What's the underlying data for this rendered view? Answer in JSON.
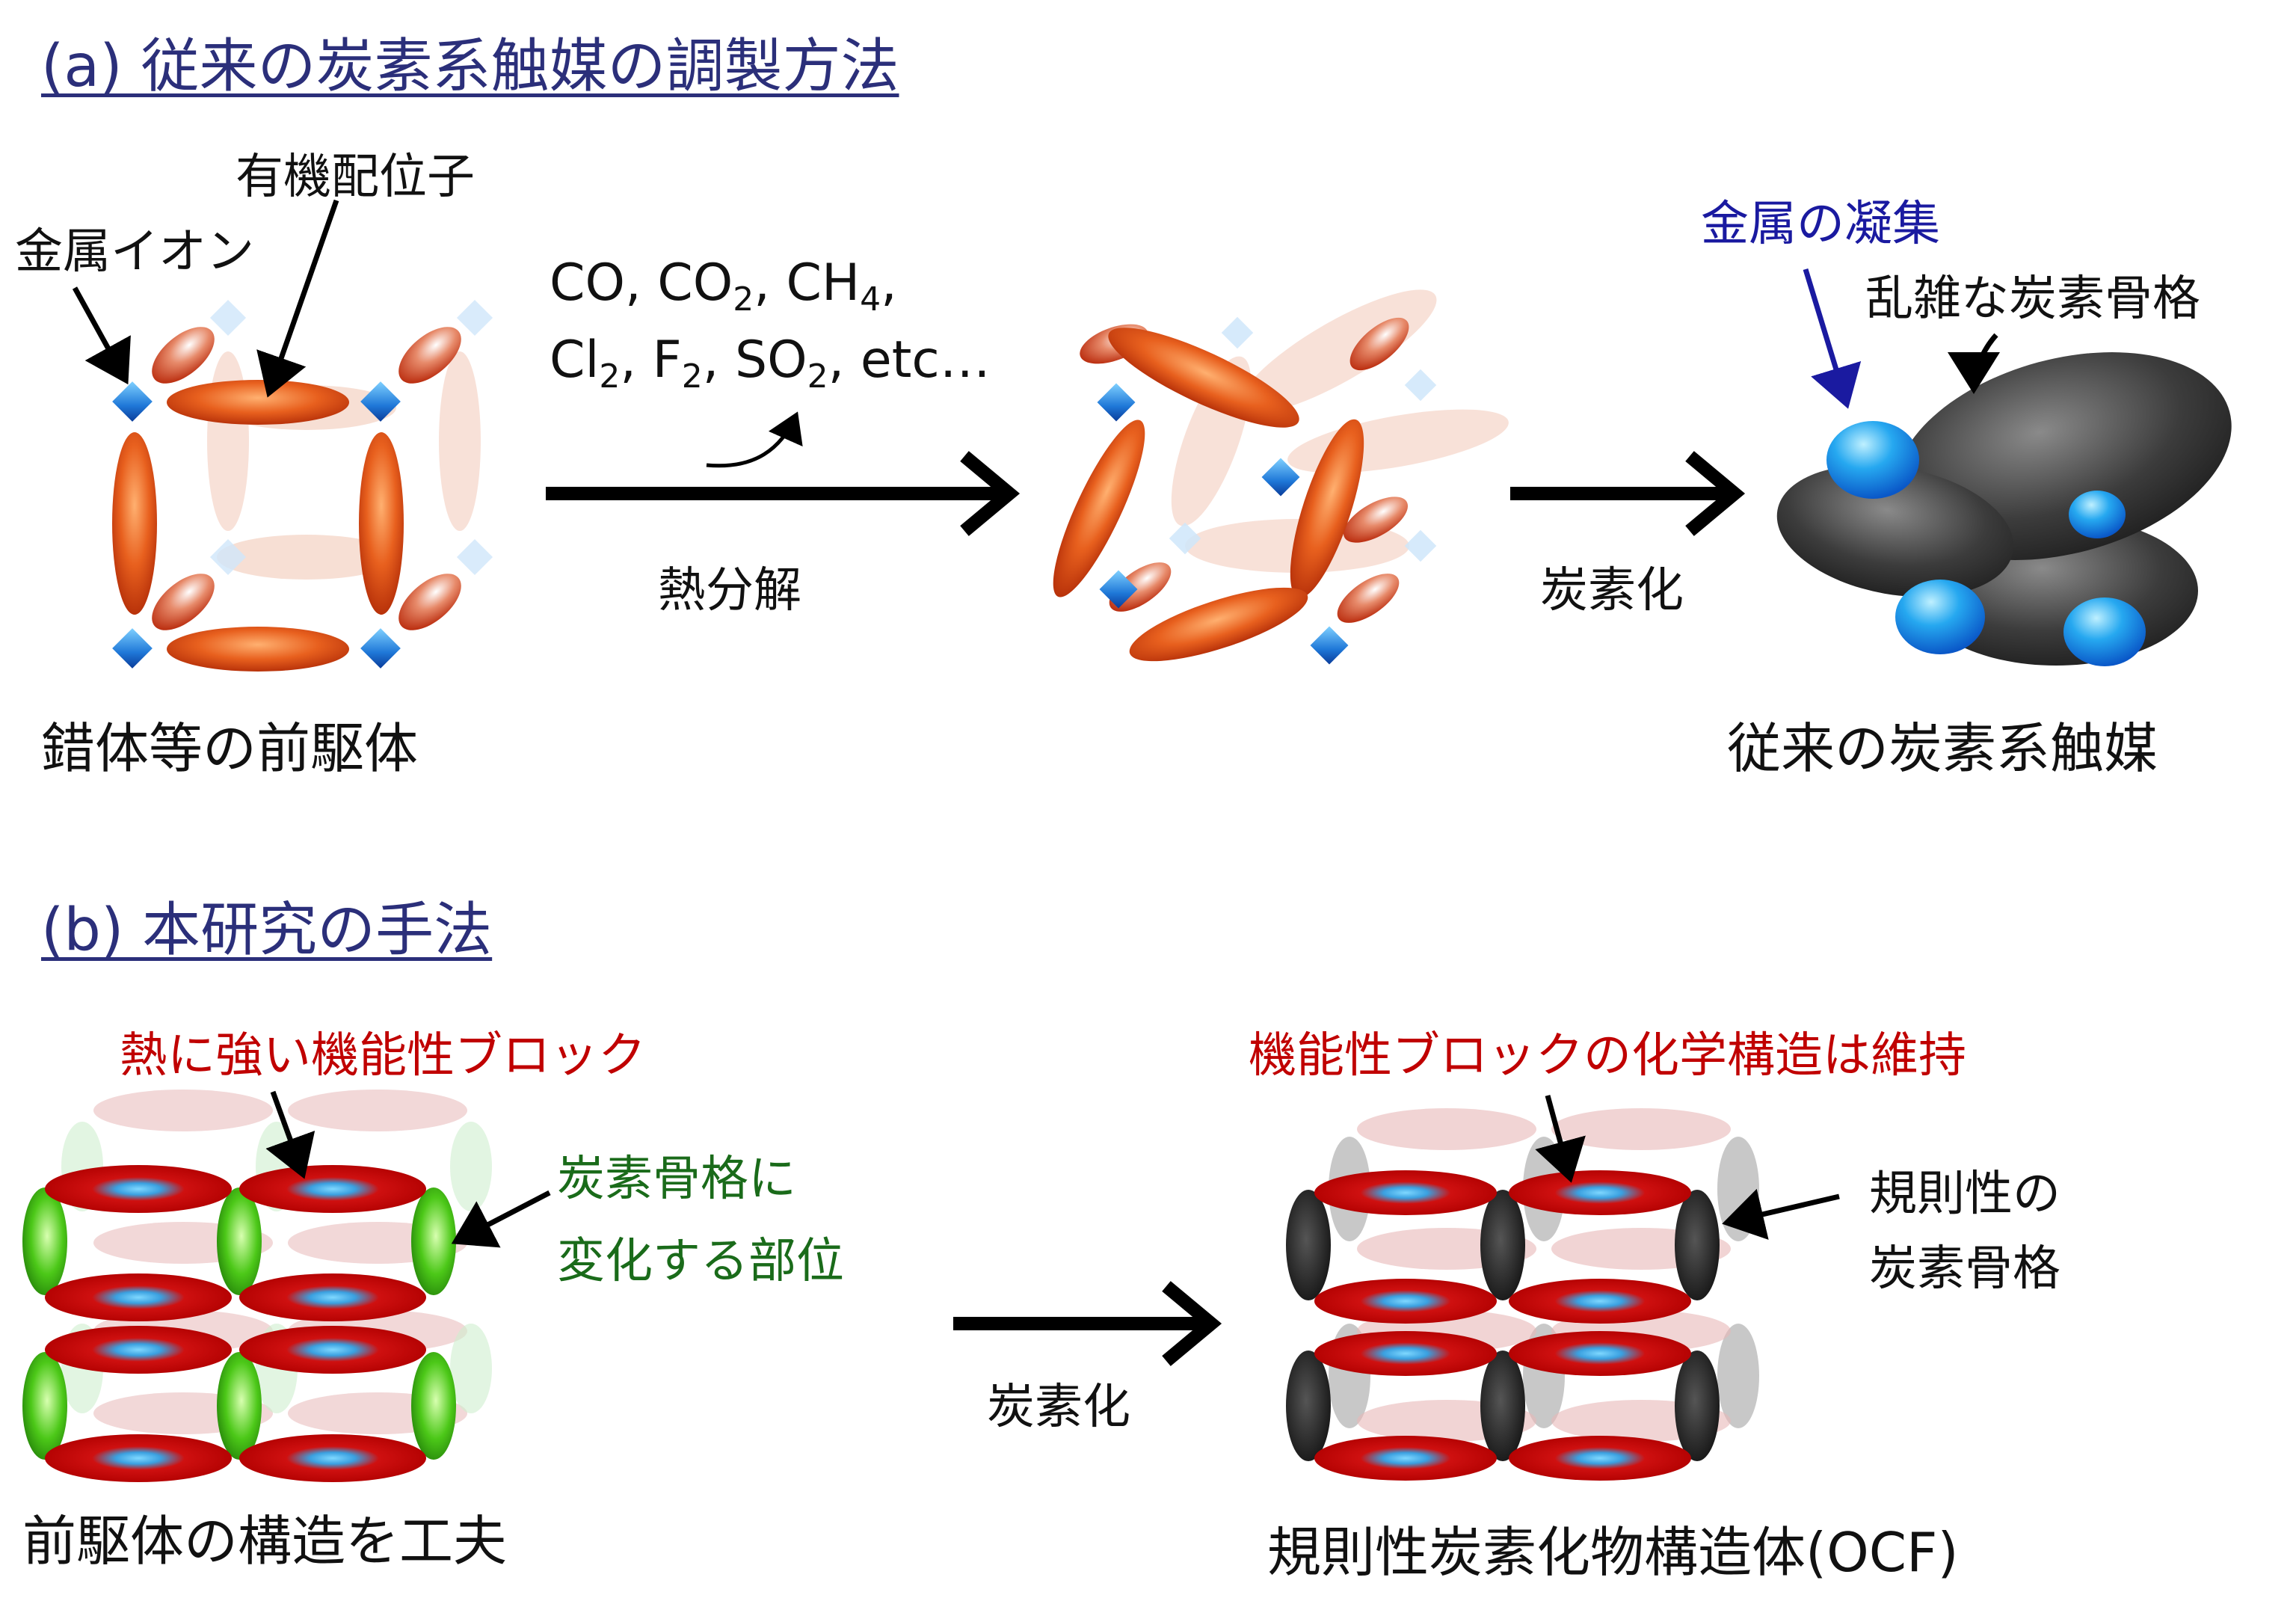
{
  "section_a": {
    "heading": "(a) 従来の炭素系触媒の調製方法",
    "label_metal_ion": "金属イオン",
    "label_ligand": "有機配位子",
    "gas_line1_parts": [
      "CO, CO",
      "2",
      ", CH",
      "4",
      ","
    ],
    "gas_line2_parts": [
      "Cl",
      "2",
      ", F",
      "2",
      ", SO",
      "2",
      ", etc…"
    ],
    "step_pyrolysis": "熱分解",
    "step_carbonization": "炭素化",
    "label_aggregation": "金属の凝集",
    "label_disordered": "乱雑な炭素骨格",
    "caption_precursor": "錯体等の前駆体",
    "caption_conventional": "従来の炭素系触媒"
  },
  "section_b": {
    "heading": "(b) 本研究の手法",
    "label_heat_block": "熱に強い機能性ブロック",
    "label_change_line1": "炭素骨格に",
    "label_change_line2": "変化する部位",
    "label_keep": "機能性ブロックの化学構造は維持",
    "label_regular_line1": "規則性の",
    "label_regular_line2": "炭素骨格",
    "step_carbonization": "炭素化",
    "caption_design": "前駆体の構造を工夫",
    "caption_ocf": "規則性炭素化物構造体(OCF)"
  },
  "colors": {
    "heading": "#2b2f7a",
    "red_label": "#c00000",
    "green_label": "#1a6b1a",
    "blue_label": "#1a1aa0",
    "orange_ligand": "#e2561c",
    "metal_blue": "#1572d6",
    "carbon_dark": "#3a3a3a",
    "cluster_blue": "#1e9be8"
  }
}
